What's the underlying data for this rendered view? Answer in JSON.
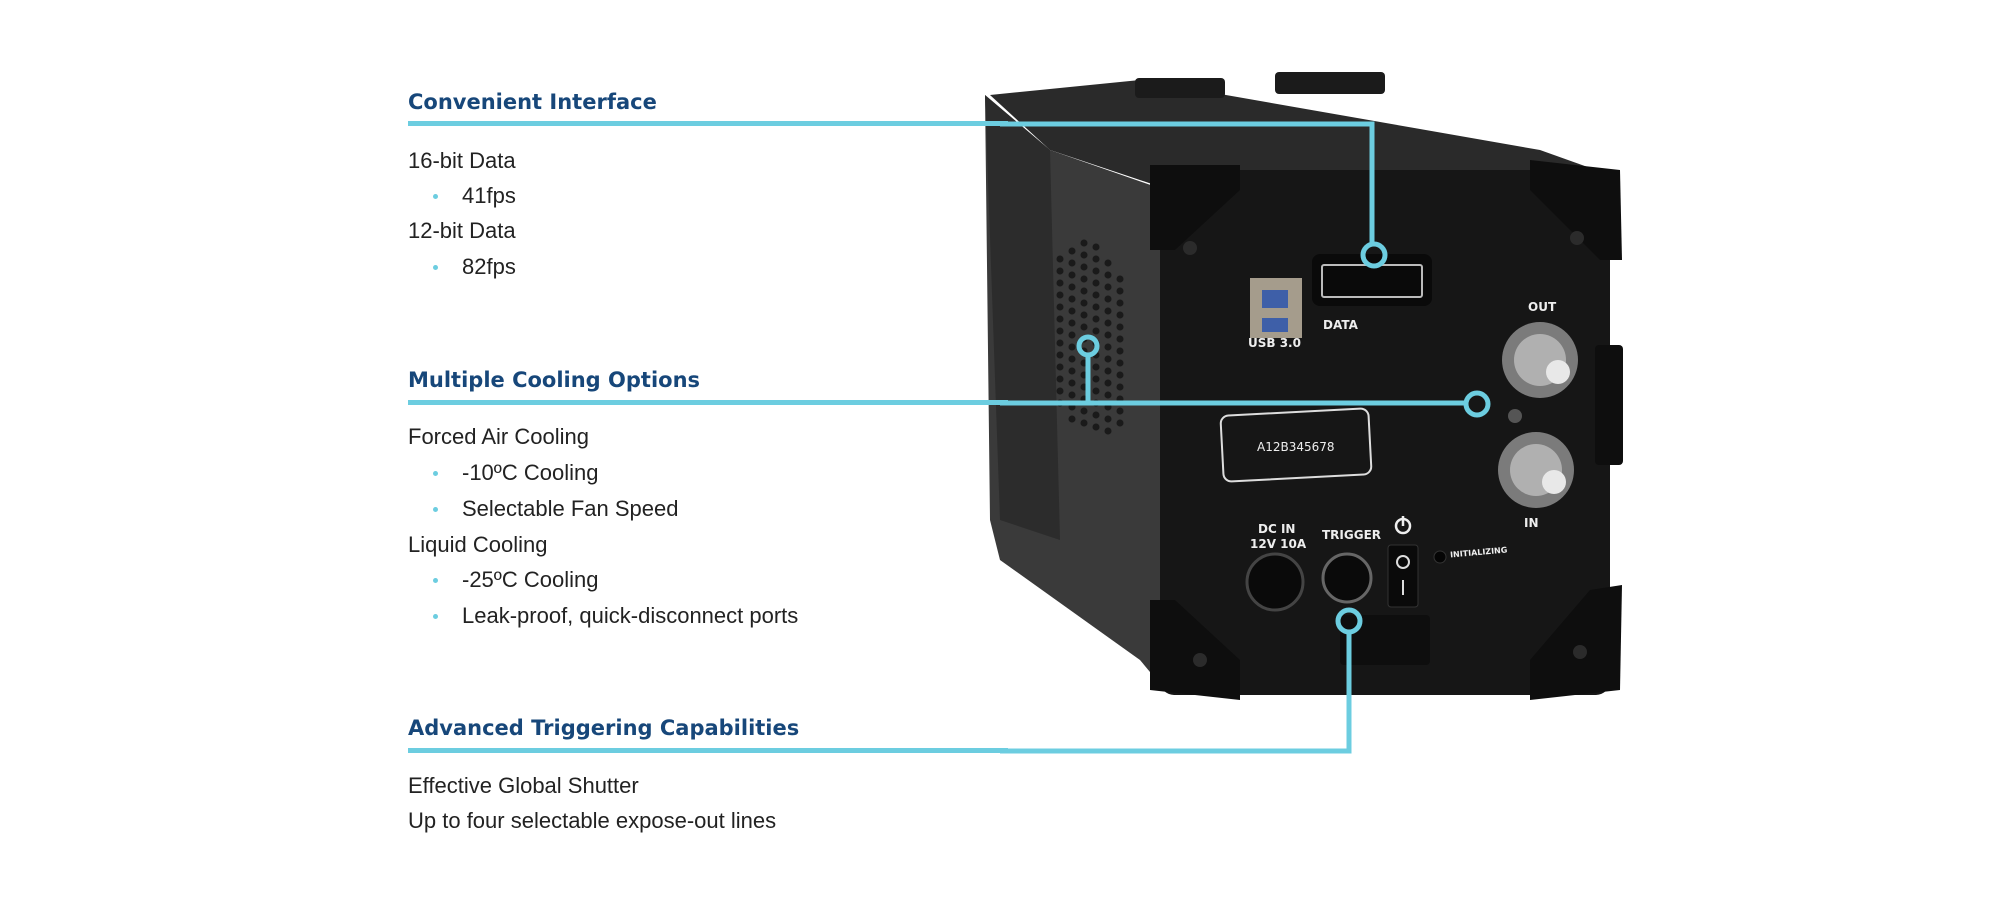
{
  "sections": [
    {
      "heading": "Convenient Interface",
      "lines": [
        {
          "text": "16-bit Data",
          "bullet": false
        },
        {
          "text": "41fps",
          "bullet": true
        },
        {
          "text": "12-bit Data",
          "bullet": false
        },
        {
          "text": "82fps",
          "bullet": true
        }
      ]
    },
    {
      "heading": "Multiple Cooling Options",
      "lines": [
        {
          "text": "Forced Air Cooling",
          "bullet": false
        },
        {
          "text": "-10ºC Cooling",
          "bullet": true
        },
        {
          "text": "Selectable Fan Speed",
          "bullet": true
        },
        {
          "text": "Liquid Cooling",
          "bullet": false
        },
        {
          "text": "-25ºC Cooling",
          "bullet": true
        },
        {
          "text": "Leak-proof, quick-disconnect ports",
          "bullet": true
        }
      ]
    },
    {
      "heading": "Advanced Triggering Capabilities",
      "lines": [
        {
          "text": "Effective Global Shutter",
          "bullet": false
        },
        {
          "text": "Up to four selectable expose-out lines",
          "bullet": false
        }
      ]
    }
  ],
  "camera_labels": {
    "usb": "USB 3.0",
    "data": "DATA",
    "out": "OUT",
    "in": "IN",
    "serial": "A12B345678",
    "dc_in": "DC IN",
    "dc_rating": "12V 10A",
    "trigger": "TRIGGER",
    "initializing": "INITIALIZING"
  },
  "colors": {
    "heading": "#17477a",
    "accent_line": "#6ccde0",
    "text": "#222222"
  }
}
